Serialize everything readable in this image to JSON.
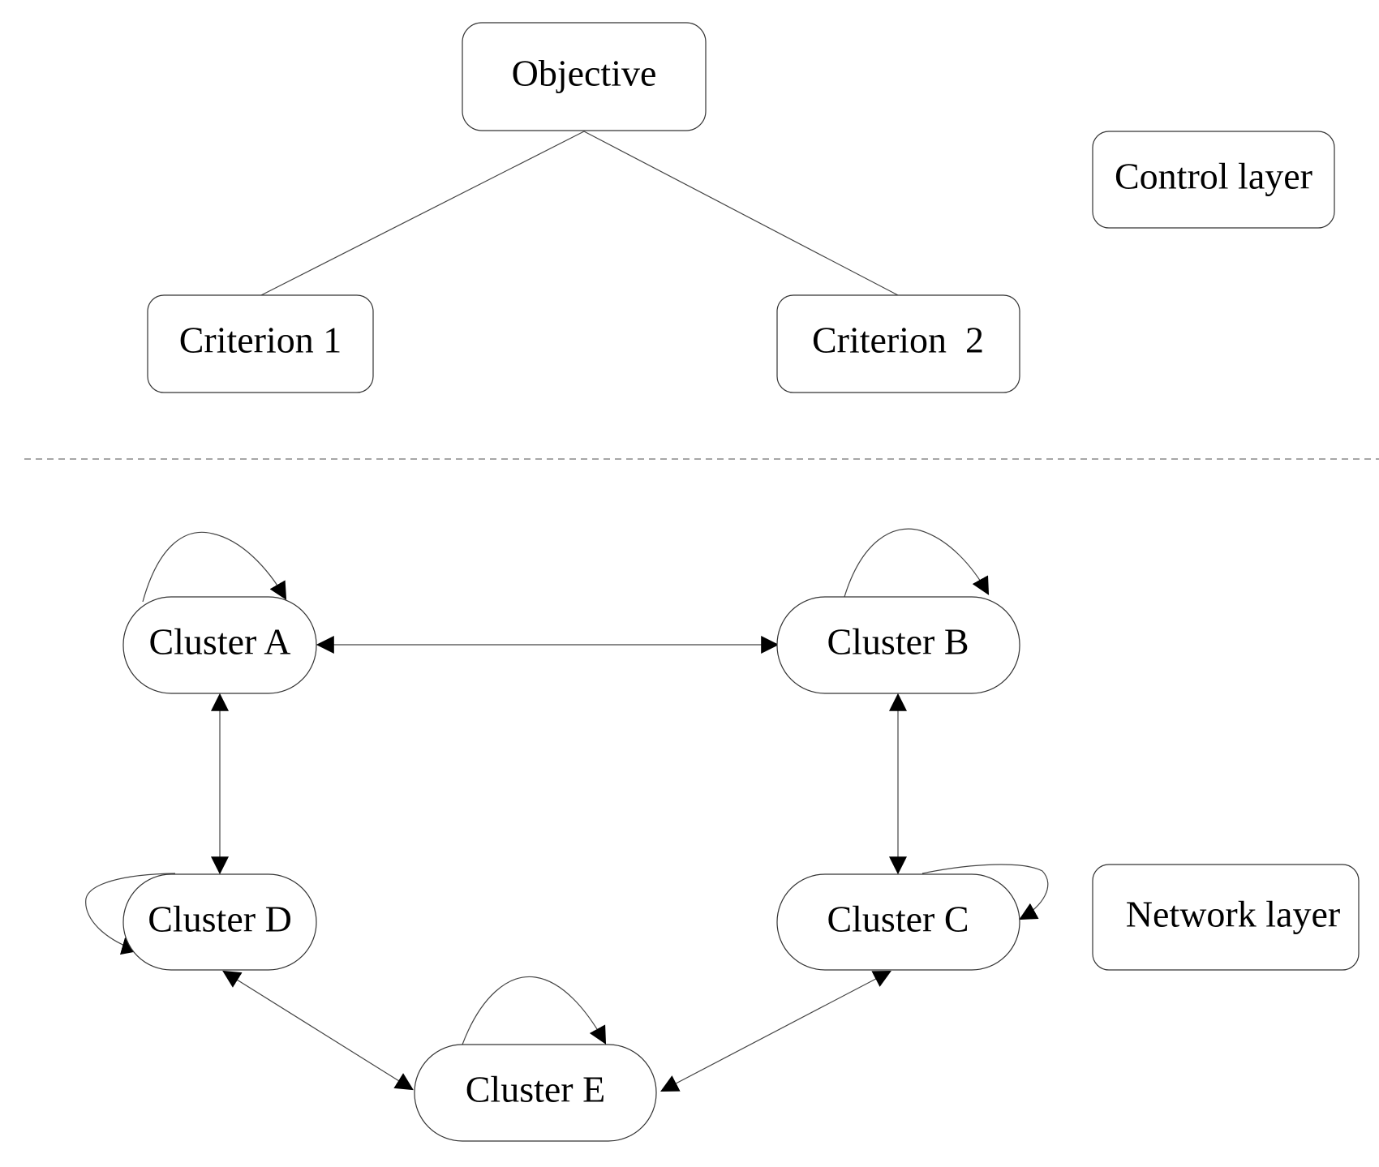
{
  "diagram": {
    "control_layer": {
      "label": "Control layer",
      "objective": "Objective",
      "criteria": [
        "Criterion 1",
        "Criterion  2"
      ]
    },
    "network_layer": {
      "label": "Network layer",
      "clusters": {
        "a": "Cluster A",
        "b": "Cluster B",
        "c": "Cluster C",
        "d": "Cluster D",
        "e": "Cluster E"
      }
    },
    "colors": {
      "stroke": "#333333",
      "arrow": "#000000",
      "divider": "#888888"
    }
  }
}
